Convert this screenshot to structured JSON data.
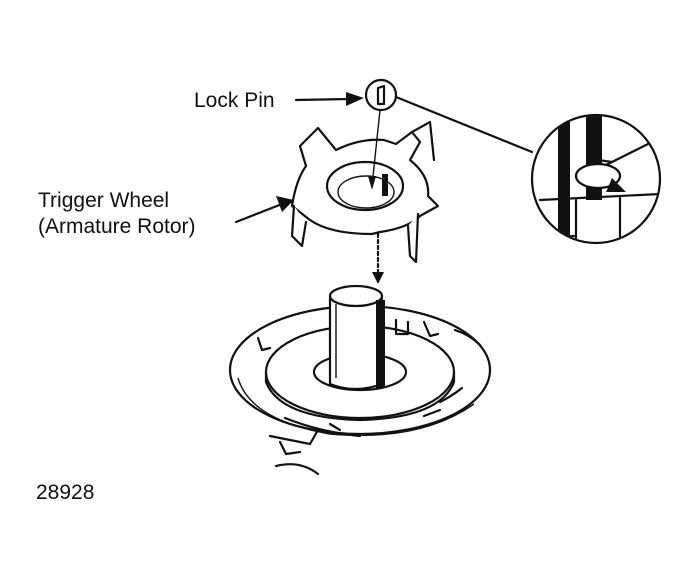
{
  "labels": {
    "lock_pin": "Lock Pin",
    "trigger_wheel_line1": "Trigger Wheel",
    "trigger_wheel_line2": "(Armature Rotor)",
    "figure_number": "28928"
  },
  "colors": {
    "ink": "#111111",
    "paper": "#ffffff"
  }
}
